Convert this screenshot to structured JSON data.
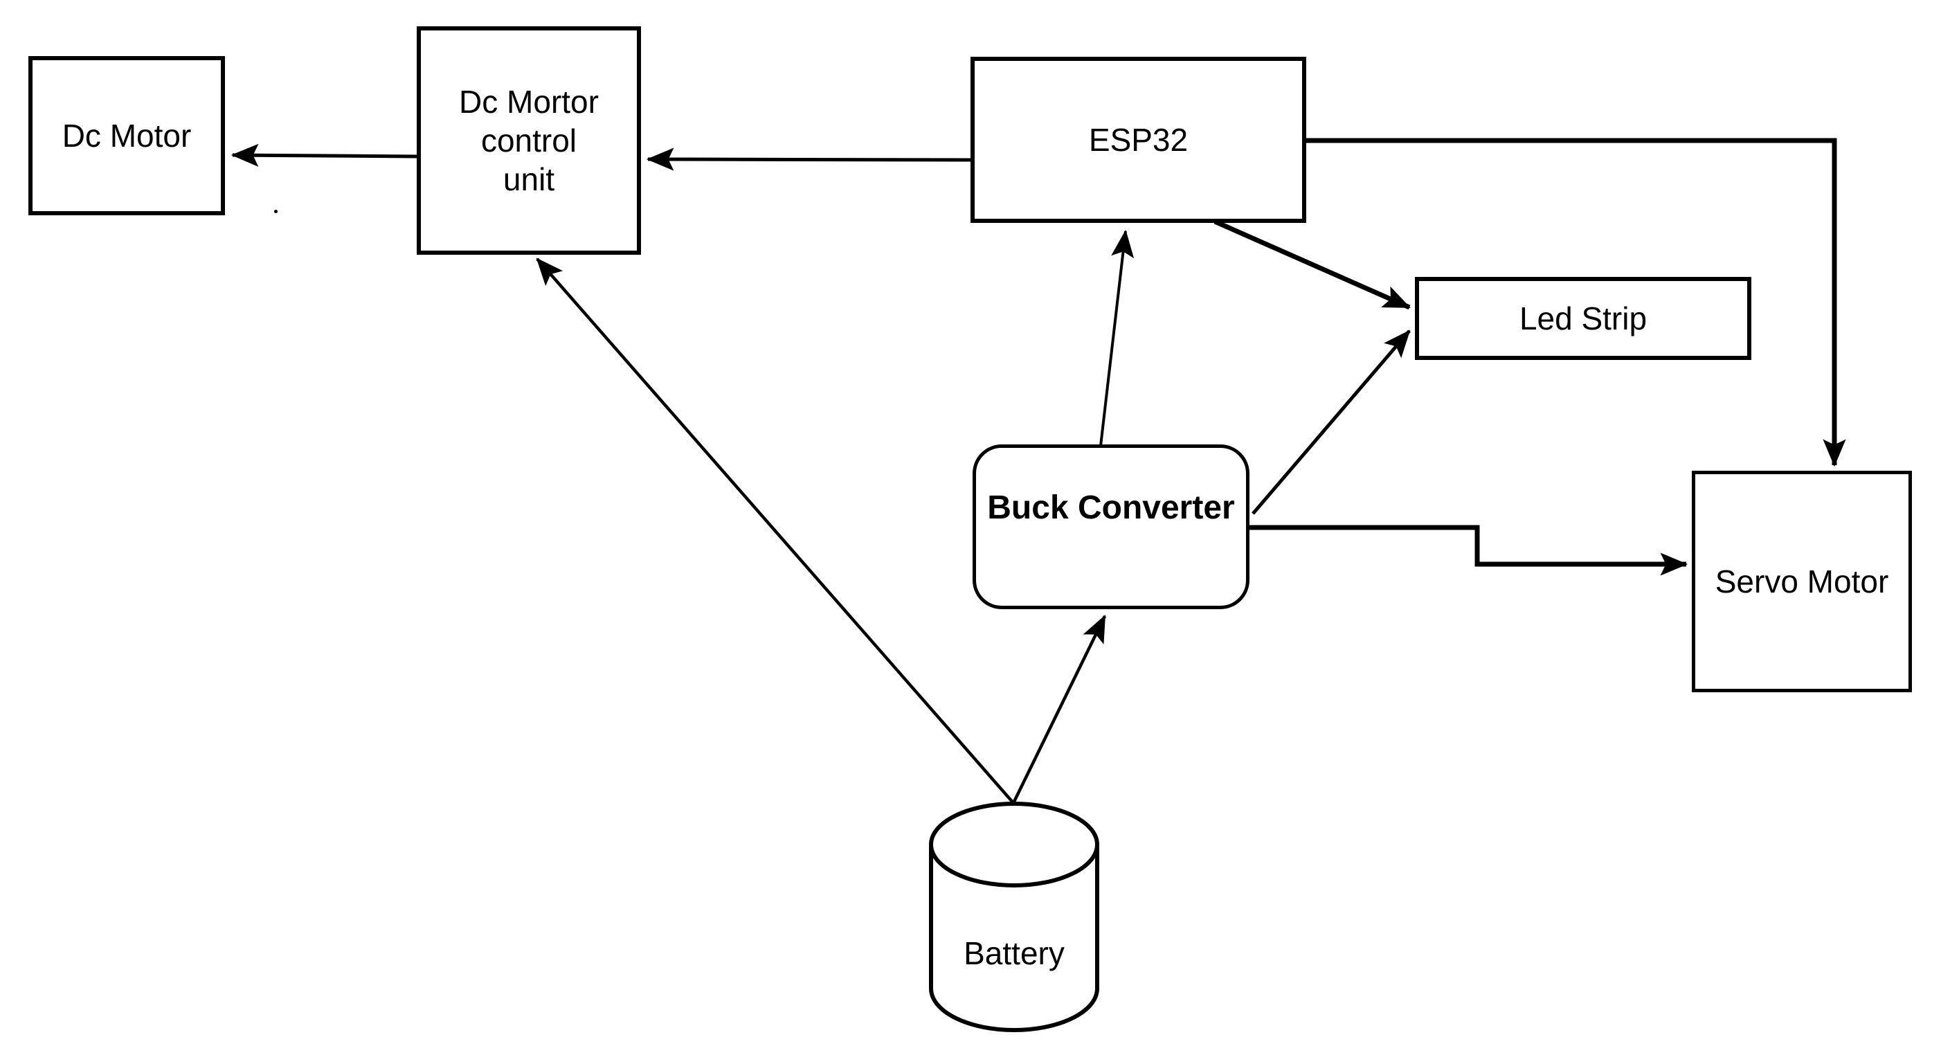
{
  "diagram": {
    "background_color": "#ffffff",
    "line_color": "#000000",
    "nodes": {
      "dc_motor": {
        "label": "Dc Motor",
        "shape": "rectangle"
      },
      "control_unit": {
        "label": "Dc Mortor\ncontrol\nunit",
        "shape": "rectangle"
      },
      "esp32": {
        "label": "ESP32",
        "shape": "rectangle"
      },
      "led_strip": {
        "label": "Led Strip",
        "shape": "rectangle"
      },
      "buck_converter": {
        "label": "Buck Converter",
        "shape": "rounded-rectangle",
        "bold": true
      },
      "servo_motor": {
        "label": "Servo Motor",
        "shape": "rectangle"
      },
      "battery": {
        "label": "Battery",
        "shape": "cylinder"
      }
    },
    "edges": [
      {
        "from": "control_unit",
        "to": "dc_motor"
      },
      {
        "from": "esp32",
        "to": "control_unit"
      },
      {
        "from": "esp32",
        "to": "servo_motor"
      },
      {
        "from": "esp32",
        "to": "led_strip"
      },
      {
        "from": "buck_converter",
        "to": "esp32"
      },
      {
        "from": "buck_converter",
        "to": "led_strip"
      },
      {
        "from": "buck_converter",
        "to": "servo_motor"
      },
      {
        "from": "battery",
        "to": "buck_converter"
      },
      {
        "from": "battery",
        "to": "control_unit"
      }
    ]
  }
}
